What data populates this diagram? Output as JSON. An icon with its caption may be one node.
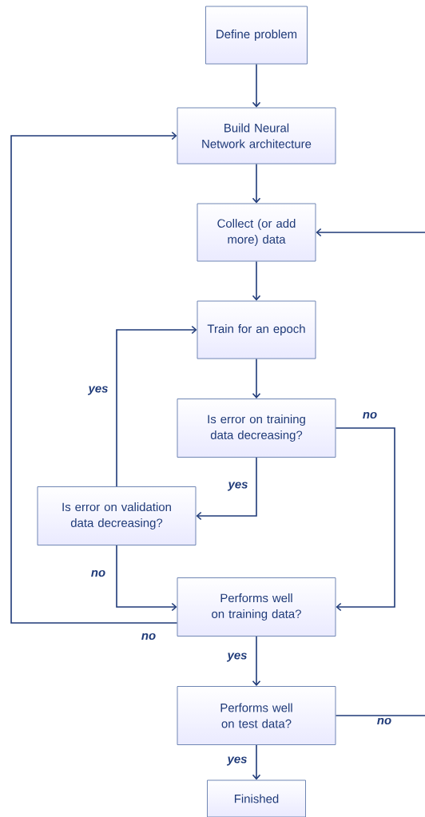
{
  "diagram": {
    "nodes": [
      {
        "text": [
          "Define problem"
        ]
      },
      {
        "text": [
          "Build Neural Network architecture"
        ]
      },
      {
        "text": [
          "Collect (or add more) data"
        ]
      },
      {
        "text": [
          "Train for an epoch"
        ]
      },
      {
        "text": [
          "Is error on training data decreasing?"
        ]
      },
      {
        "text": [
          "Is error on validation data decreasing?"
        ]
      },
      {
        "text": [
          "Performs well on training data?"
        ]
      },
      {
        "text": [
          "Performs well on test data?"
        ]
      },
      {
        "text": [
          "Finished"
        ]
      }
    ],
    "edges": [
      {
        "from": 0,
        "to": 1,
        "arrow": "to"
      },
      {
        "from": 1,
        "to": 2,
        "arrow": "to"
      },
      {
        "from": 2,
        "to": 3,
        "arrow": "to"
      },
      {
        "from": 3,
        "to": 4,
        "arrow": "to"
      },
      {
        "from": 4,
        "to": 5,
        "arrow": "to",
        "label": "yes"
      },
      {
        "from": 4,
        "to": 6,
        "arrow": "to",
        "label": "no"
      },
      {
        "from": 5,
        "to": 3,
        "arrow": "to",
        "label": "yes"
      },
      {
        "from": 5,
        "to": 6,
        "arrow": "to",
        "label": "no"
      },
      {
        "from": 6,
        "to": 1,
        "arrow": "to",
        "label": "no"
      },
      {
        "from": 6,
        "to": 7,
        "arrow": "to",
        "label": "yes"
      },
      {
        "from": 7,
        "to": 2,
        "arrow": "to",
        "label": "no"
      },
      {
        "from": 7,
        "to": 8,
        "arrow": "to",
        "label": "yes"
      }
    ]
  }
}
